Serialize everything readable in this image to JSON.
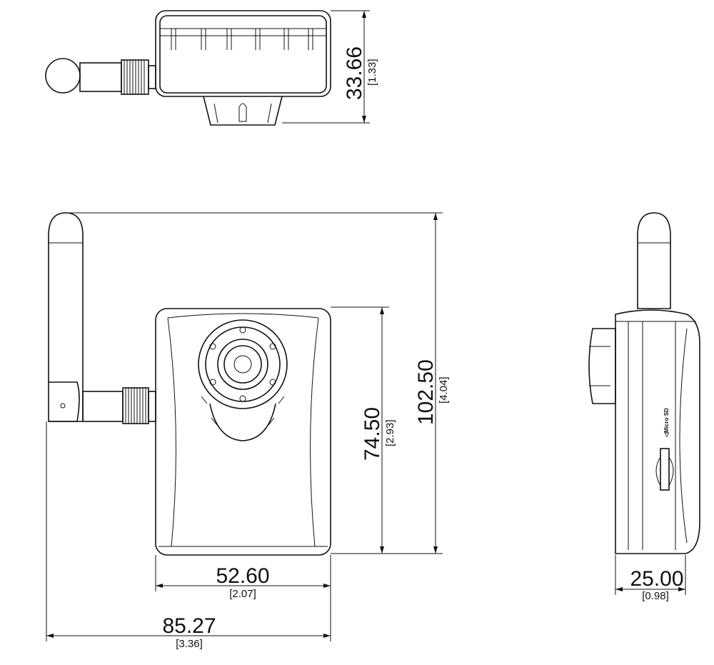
{
  "dimensions": {
    "top_depth": {
      "mm": "33.66",
      "in": "[1.33]"
    },
    "total_height": {
      "mm": "102.50",
      "in": "[4.04]"
    },
    "body_height": {
      "mm": "74.50",
      "in": "[2.93]"
    },
    "body_width": {
      "mm": "52.60",
      "in": "[2.07]"
    },
    "total_width": {
      "mm": "85.27",
      "in": "[3.36]"
    },
    "side_depth": {
      "mm": "25.00",
      "in": "[0.98]"
    }
  },
  "labels": {
    "card_slot": "◁Micro SD"
  }
}
